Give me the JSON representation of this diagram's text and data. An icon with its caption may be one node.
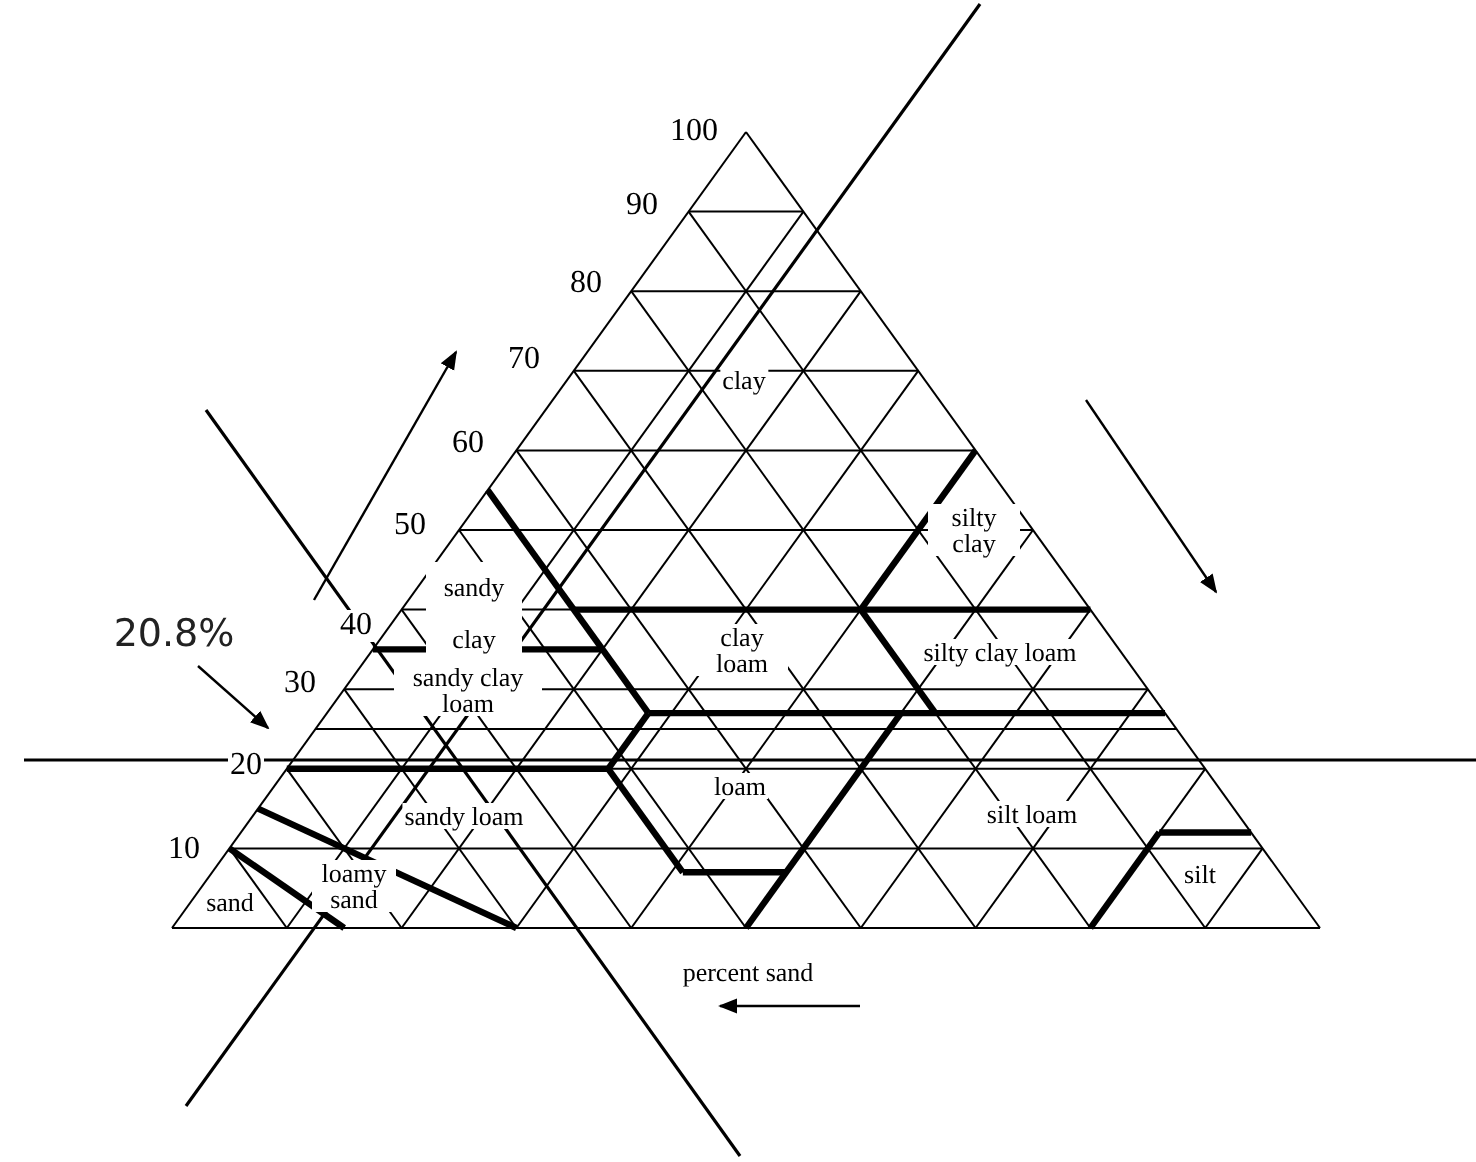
{
  "diagram": {
    "labels": [
      "100",
      "90",
      "80",
      "70",
      "clay",
      "60",
      "50",
      "silty clay",
      "sandy clay",
      "40",
      "20.8%",
      "clay loam",
      "silty clay loam",
      "30",
      "sandy clay loam",
      "20",
      "loam",
      "sandy loam",
      "silt loam",
      "10",
      "silt",
      "loamy sand",
      "sand",
      "percent sand"
    ]
  }
}
